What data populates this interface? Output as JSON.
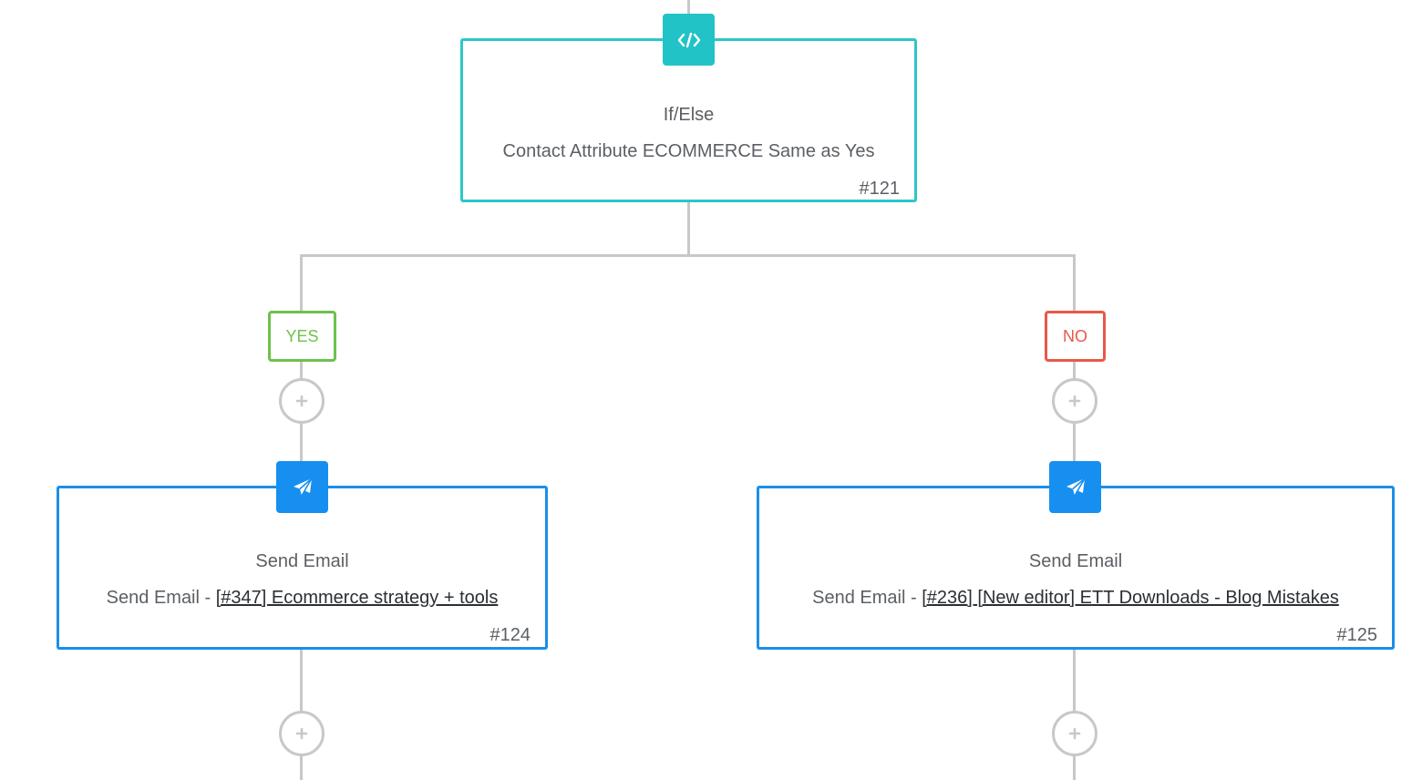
{
  "colors": {
    "condition_accent": "#22c3c6",
    "action_accent": "#168ff0",
    "yes_color": "#6cc24a",
    "no_color": "#e8574a",
    "connector": "#c8c8c8"
  },
  "nodes": {
    "ifelse": {
      "icon": "code-icon",
      "title": "If/Else",
      "description": "Contact Attribute ECOMMERCE Same as Yes",
      "id_label": "#121"
    },
    "email_yes": {
      "icon": "paper-plane-icon",
      "title": "Send Email",
      "description_prefix": "Send Email - ",
      "link_text": "[#347] Ecommerce strategy + tools",
      "id_label": "#124"
    },
    "email_no": {
      "icon": "paper-plane-icon",
      "title": "Send Email",
      "description_prefix": "Send Email - ",
      "link_text": "[#236] [New editor] ETT Downloads - Blog Mistakes",
      "id_label": "#125"
    }
  },
  "branches": {
    "yes_label": "YES",
    "no_label": "NO"
  },
  "add_button_icon": "plus-icon"
}
